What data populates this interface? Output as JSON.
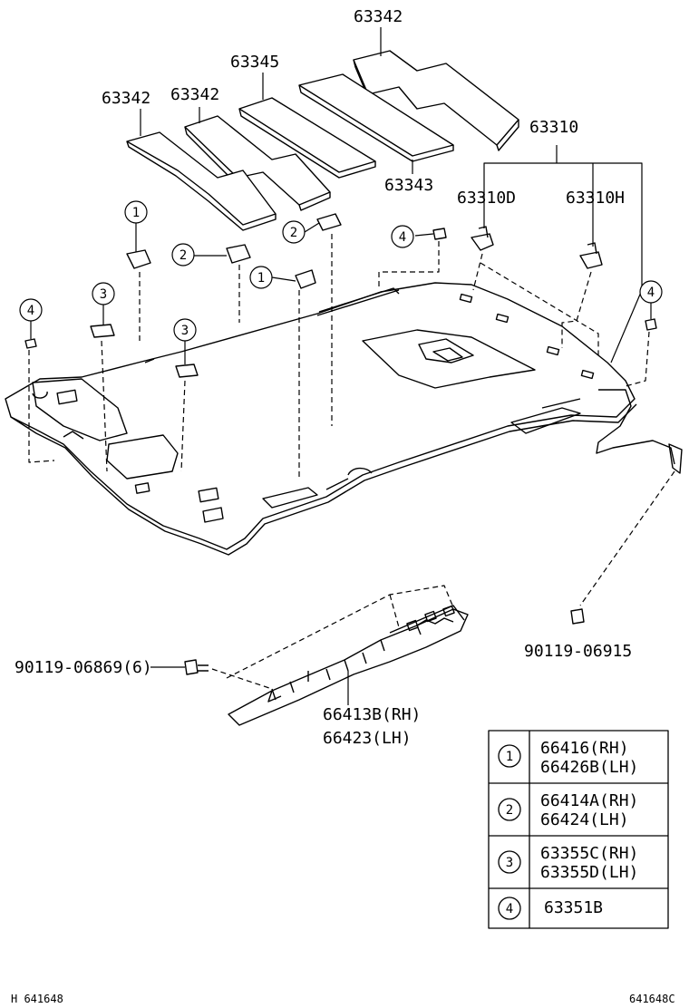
{
  "part_labels": {
    "p63342_top": "63342",
    "p63345": "63345",
    "p63342_left": "63342",
    "p63342_mid": "63342",
    "p63310": "63310",
    "p63343": "63343",
    "p63310D": "63310D",
    "p63310H": "63310H",
    "p90119_06869": "90119-06869(6)",
    "p90119_06915": "90119-06915",
    "p66413B": "66413B(RH)",
    "p66423": "66423(LH)"
  },
  "callouts": [
    "1",
    "2",
    "3",
    "4"
  ],
  "legend": [
    {
      "num": "1",
      "line1": "66416(RH)",
      "line2": "66426B(LH)"
    },
    {
      "num": "2",
      "line1": "66414A(RH)",
      "line2": "66424(LH)"
    },
    {
      "num": "3",
      "line1": "63355C(RH)",
      "line2": "63355D(LH)"
    },
    {
      "num": "4",
      "line1": "63351B",
      "line2": ""
    }
  ],
  "footer": {
    "left": "H 641648",
    "right": "641648C"
  }
}
